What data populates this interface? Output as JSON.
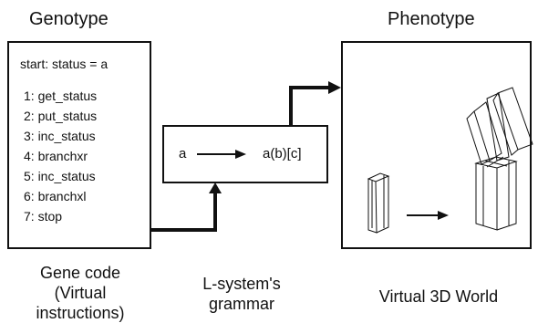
{
  "genotype": {
    "title": "Genotype",
    "start_line": "start: status = a",
    "instructions": [
      "1: get_status",
      "2: put_status",
      "3: inc_status",
      "4: branchxr",
      "5: inc_status",
      "6: branchxl",
      "7: stop"
    ],
    "caption_line1": "Gene code",
    "caption_line2": "(Virtual",
    "caption_line3": "instructions)"
  },
  "grammar": {
    "lhs": "a",
    "rhs": "a(b)[c]",
    "caption_line1": "L-system's",
    "caption_line2": "grammar"
  },
  "phenotype": {
    "title": "Phenotype",
    "caption": "Virtual 3D World"
  }
}
